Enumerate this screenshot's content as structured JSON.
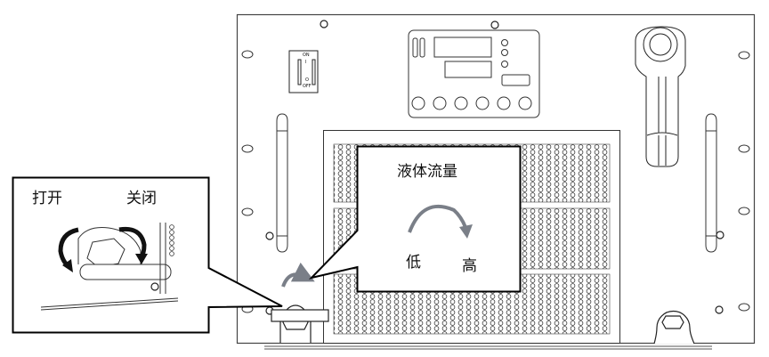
{
  "figure": {
    "subject": "chiller front panel with liquid flow valve",
    "colors": {
      "line": "#222222",
      "arrow_gray": "#7a7f88",
      "background": "#ffffff",
      "callout_border": "#000000"
    }
  },
  "callout_valve_direction": {
    "open_label": "打开",
    "close_label": "关闭",
    "icons": [
      "counterclockwise-arrow-icon",
      "clockwise-arrow-icon"
    ]
  },
  "callout_flow": {
    "title": "液体流量",
    "low_label": "低",
    "high_label": "高",
    "icon": "clockwise-arrow-icon"
  },
  "power_switch": {
    "on_mark": "ON",
    "on_symbol": "I",
    "off_symbol": "O",
    "off_mark": "OFF"
  }
}
